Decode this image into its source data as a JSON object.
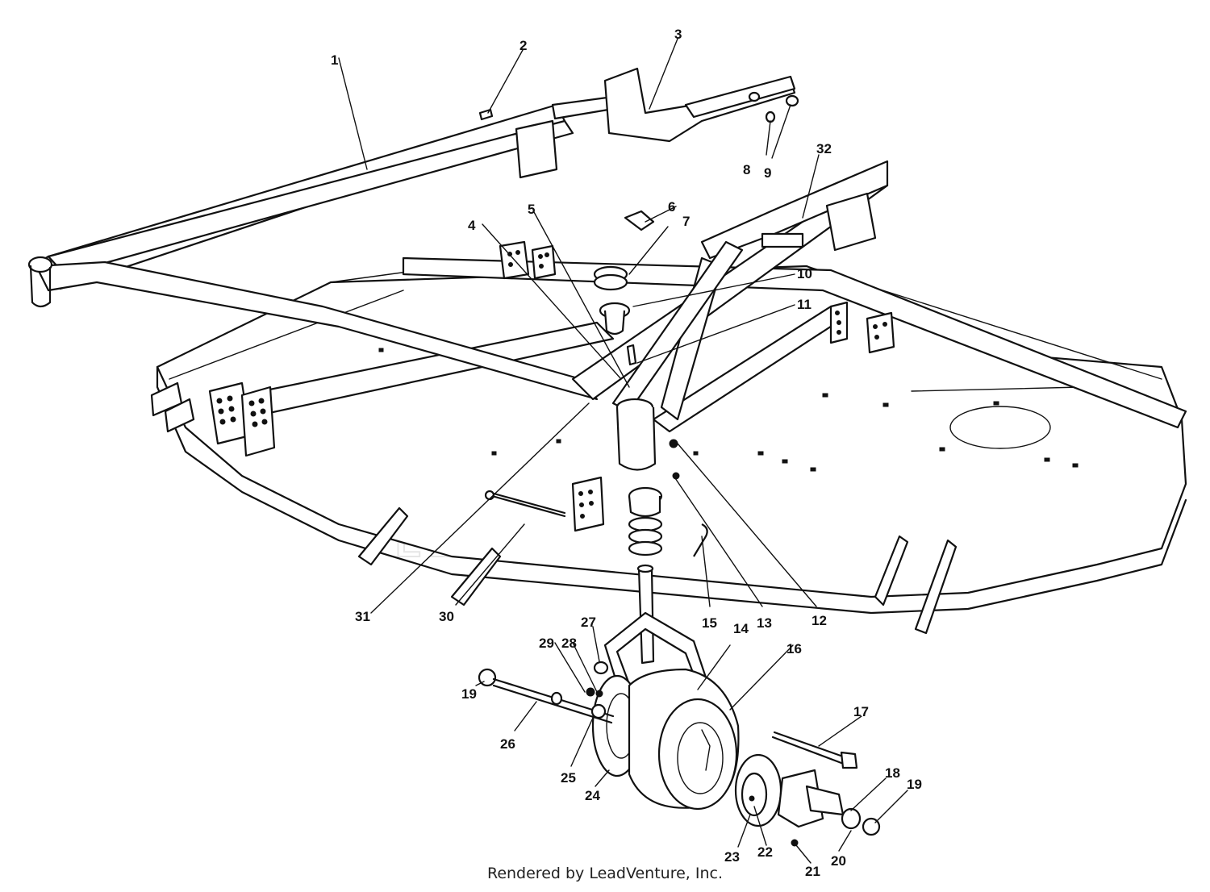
{
  "callouts": {
    "n1": "1",
    "n2": "2",
    "n3": "3",
    "n4": "4",
    "n5": "5",
    "n6": "6",
    "n7": "7",
    "n8": "8",
    "n9": "9",
    "n10": "10",
    "n11": "11",
    "n12": "12",
    "n13": "13",
    "n14": "14",
    "n15": "15",
    "n16": "16",
    "n17": "17",
    "n18": "18",
    "n19a": "19",
    "n19b": "19",
    "n20": "20",
    "n21": "21",
    "n22": "22",
    "n23": "23",
    "n24": "24",
    "n25": "25",
    "n26": "26",
    "n27": "27",
    "n28": "28",
    "n29": "29",
    "n30": "30",
    "n31": "31",
    "n32": "32"
  },
  "watermark": "LEADVENTURE",
  "footer": "Rendered by LeadVenture, Inc."
}
